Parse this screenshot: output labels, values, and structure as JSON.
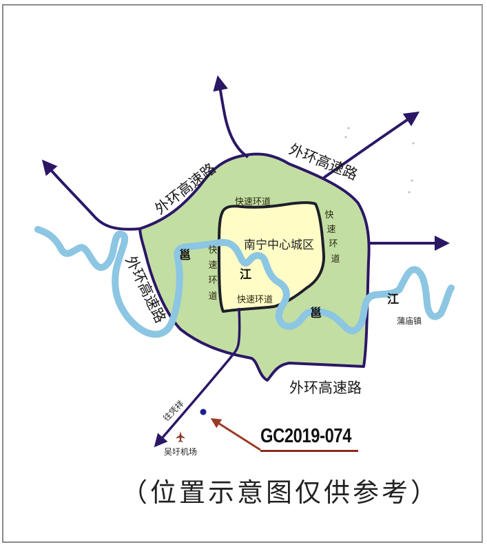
{
  "map": {
    "title": "南宁中心城区",
    "labels": {
      "outer_ring_nw": "外环高速路",
      "outer_ring_ne": "外环高速路",
      "outer_ring_w": "外环高速路",
      "outer_ring_s": "外环高速路",
      "express_top": "快速环道",
      "express_right": "快速环道",
      "express_left": "快速环道",
      "express_bottom": "快速环道",
      "river_yong_1": "邕",
      "river_jiang_1": "江",
      "river_yong_2": "邕",
      "river_jiang_2": "江",
      "town_puxiao": "蒲庙镇",
      "road_wanglong": "往凭祥",
      "airport": "吴圩机场"
    },
    "plot_code": "GC2019-074",
    "caption": "（位置示意图仅供参考）",
    "colors": {
      "outer_zone": "#c3dea3",
      "center_zone": "#fffcc6",
      "road": "#2b1766",
      "river": "#8cc6e3",
      "pointer_arrow": "#9b3a24",
      "site_dot": "#1c1f8f",
      "frame": "#8a8a8a"
    }
  }
}
